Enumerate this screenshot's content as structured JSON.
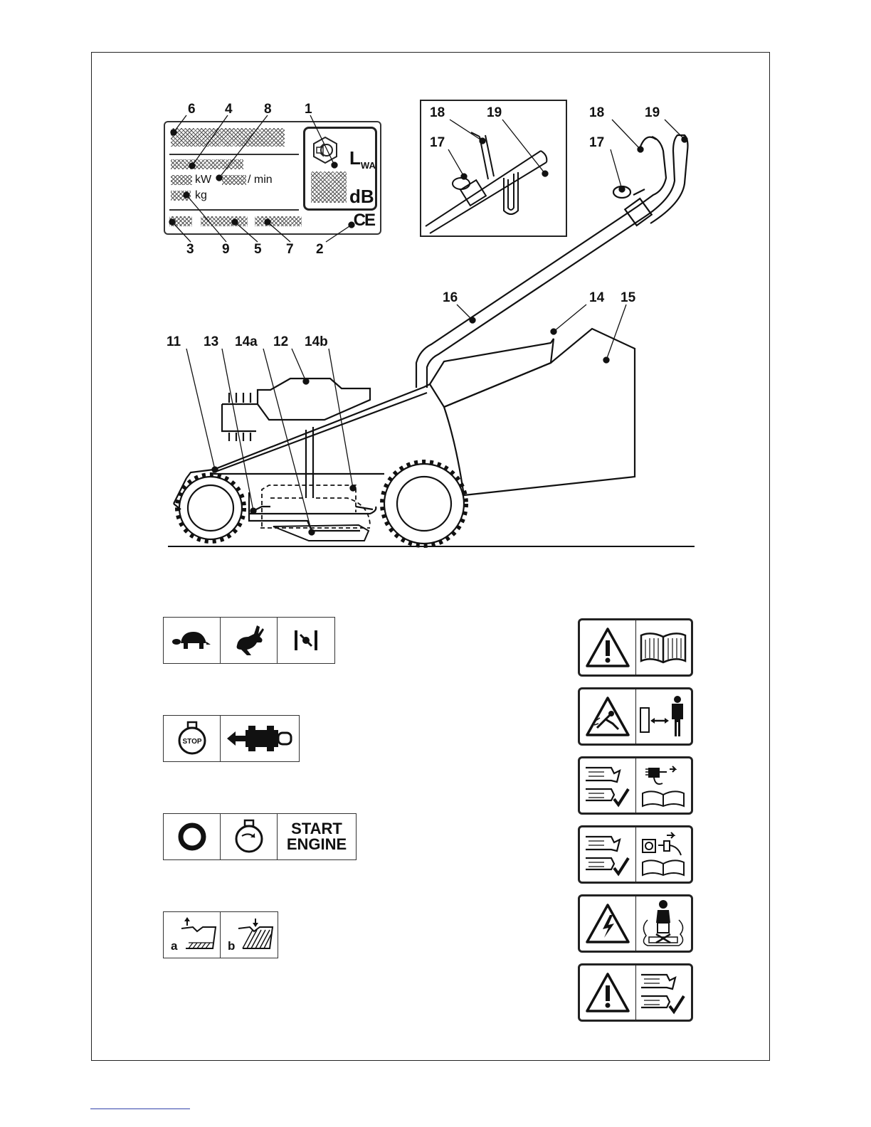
{
  "plate": {
    "callouts_top": [
      "6",
      "4",
      "8",
      "1"
    ],
    "callouts_bottom": [
      "3",
      "9",
      "5",
      "7",
      "2"
    ],
    "kw_label": "kW",
    "rpm_label": "/ min",
    "kg_label": "kg",
    "lwa_label": "L",
    "lwa_sub": "WA",
    "db_label": "dB",
    "ce_label": "CE"
  },
  "handle_detail": {
    "callouts": [
      "18",
      "19",
      "17"
    ]
  },
  "mower": {
    "callouts": [
      "18",
      "19",
      "17",
      "16",
      "14",
      "15",
      "11",
      "13",
      "14a",
      "12",
      "14b"
    ]
  },
  "symbols": {
    "row1": [
      "turtle-icon",
      "rabbit-icon",
      "throttle-icon"
    ],
    "row2": [
      "stop-icon",
      "drive-lever-icon"
    ],
    "row3": [
      "off-icon",
      "engine-icon"
    ],
    "start_engine": [
      "START",
      "ENGINE"
    ],
    "row4_a": "a",
    "row4_b": "b"
  },
  "warnings": [
    "read-manual-icon",
    "thrown-objects-icon",
    "blade-disconnect-icon",
    "unplug-icon",
    "electric-shock-icon",
    "blade-hazard-icon"
  ]
}
